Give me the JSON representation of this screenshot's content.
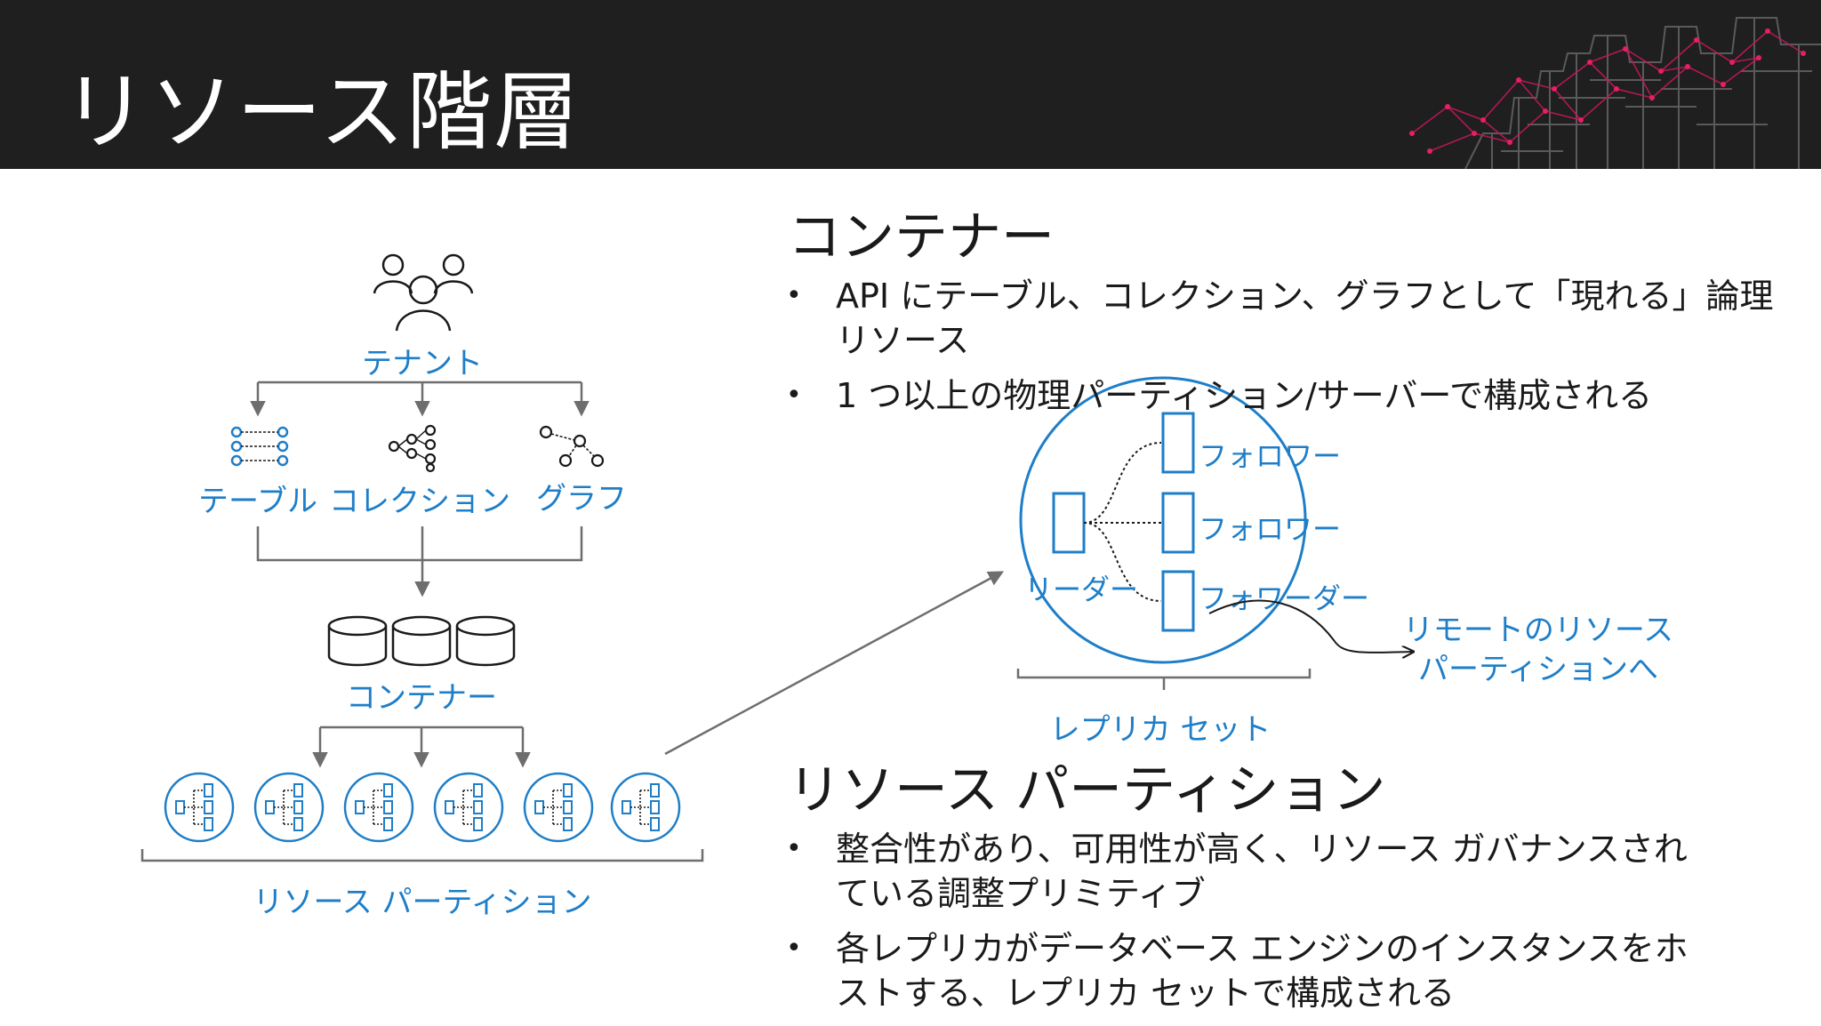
{
  "title": "リソース階層",
  "left_diagram": {
    "tenant": "テナント",
    "table": "テーブル",
    "collection": "コレクション",
    "graph": "グラフ",
    "container": "コンテナー",
    "resource_partition": "リソース パーティション"
  },
  "replica_diagram": {
    "follower_1": "フォロワー",
    "follower_2": "フォロワー",
    "forwarder": "フォワーダー",
    "leader": "リーダー",
    "replica_set": "レプリカ セット",
    "remote_line1": "リモートのリソース",
    "remote_line2": "パーティションへ"
  },
  "container_section": {
    "heading": "コンテナー",
    "bullets": [
      "API にテーブル、コレクション、グラフとして「現れる」論理リソース",
      "1 つ以上の物理パーティション/サーバーで構成される"
    ]
  },
  "partition_section": {
    "heading": "リソース パーティション",
    "bullets": [
      "整合性があり、可用性が高く、リソース ガバナンスされている調整プリミティブ",
      "各レプリカがデータベース エンジンのインスタンスをホストする、レプリカ セットで構成される"
    ]
  },
  "colors": {
    "header_bg": "#1f1f1f",
    "accent_blue": "#1e7ec8",
    "connector_gray": "#6e6e6e",
    "decor_pink": "#c2185b"
  }
}
